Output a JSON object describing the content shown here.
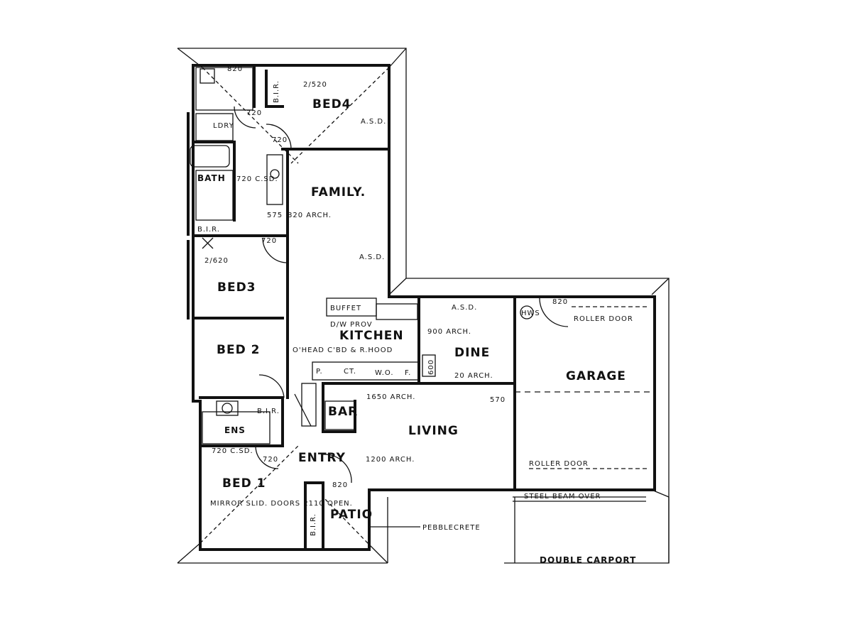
{
  "rooms": {
    "bed4": "BED4",
    "family": "FAMILY.",
    "bath": "BATH",
    "bed3": "BED3",
    "bed2": "BED 2",
    "bed1": "BED 1",
    "kitchen": "KITCHEN",
    "dine": "DINE",
    "living": "LIVING",
    "garage": "GARAGE",
    "entry": "ENTRY",
    "bar": "BAR",
    "patio": "PATIO",
    "ens": "ENS",
    "double_carport": "DOUBLE CARPORT"
  },
  "labels": {
    "bir": "B.I.R.",
    "bir_vertical": "B.I.R.",
    "asd": "A.S.D.",
    "buffet": "BUFFET",
    "kitchen_appliances": "D/W PROV",
    "overhead_cupboards": "O'HEAD C'BD & R.HOOD",
    "p": "P.",
    "ct": "CT.",
    "wo": "W.O.",
    "f": "F.",
    "hws": "HWS",
    "roller_door": "ROLLER DOOR",
    "steel_beam": "STEEL BEAM OVER",
    "pebblecrete": "PEBBLECRETE",
    "mirror_doors": "MIRROR SLID. DOORS 2110 OPEN.",
    "ldry": "LDRY"
  },
  "dimensions": {
    "d820_top": "820",
    "d2520": "2/520",
    "d720_a": "720",
    "d720_csd_bath": "720 C.SD.",
    "d820_arch": "820 ARCH.",
    "d575": "575",
    "d720_c": "720",
    "d2620": "2/620",
    "d900_arch": "900 ARCH.",
    "d600": "600",
    "d20_arch": "20 ARCH.",
    "d1650_arch": "1650 ARCH.",
    "d570": "570",
    "d1200_arch": "1200 ARCH.",
    "d720_csd_bed1": "720 C.SD.",
    "d820_patio": "820",
    "d820_garage": "820",
    "d720_entry": "720"
  }
}
